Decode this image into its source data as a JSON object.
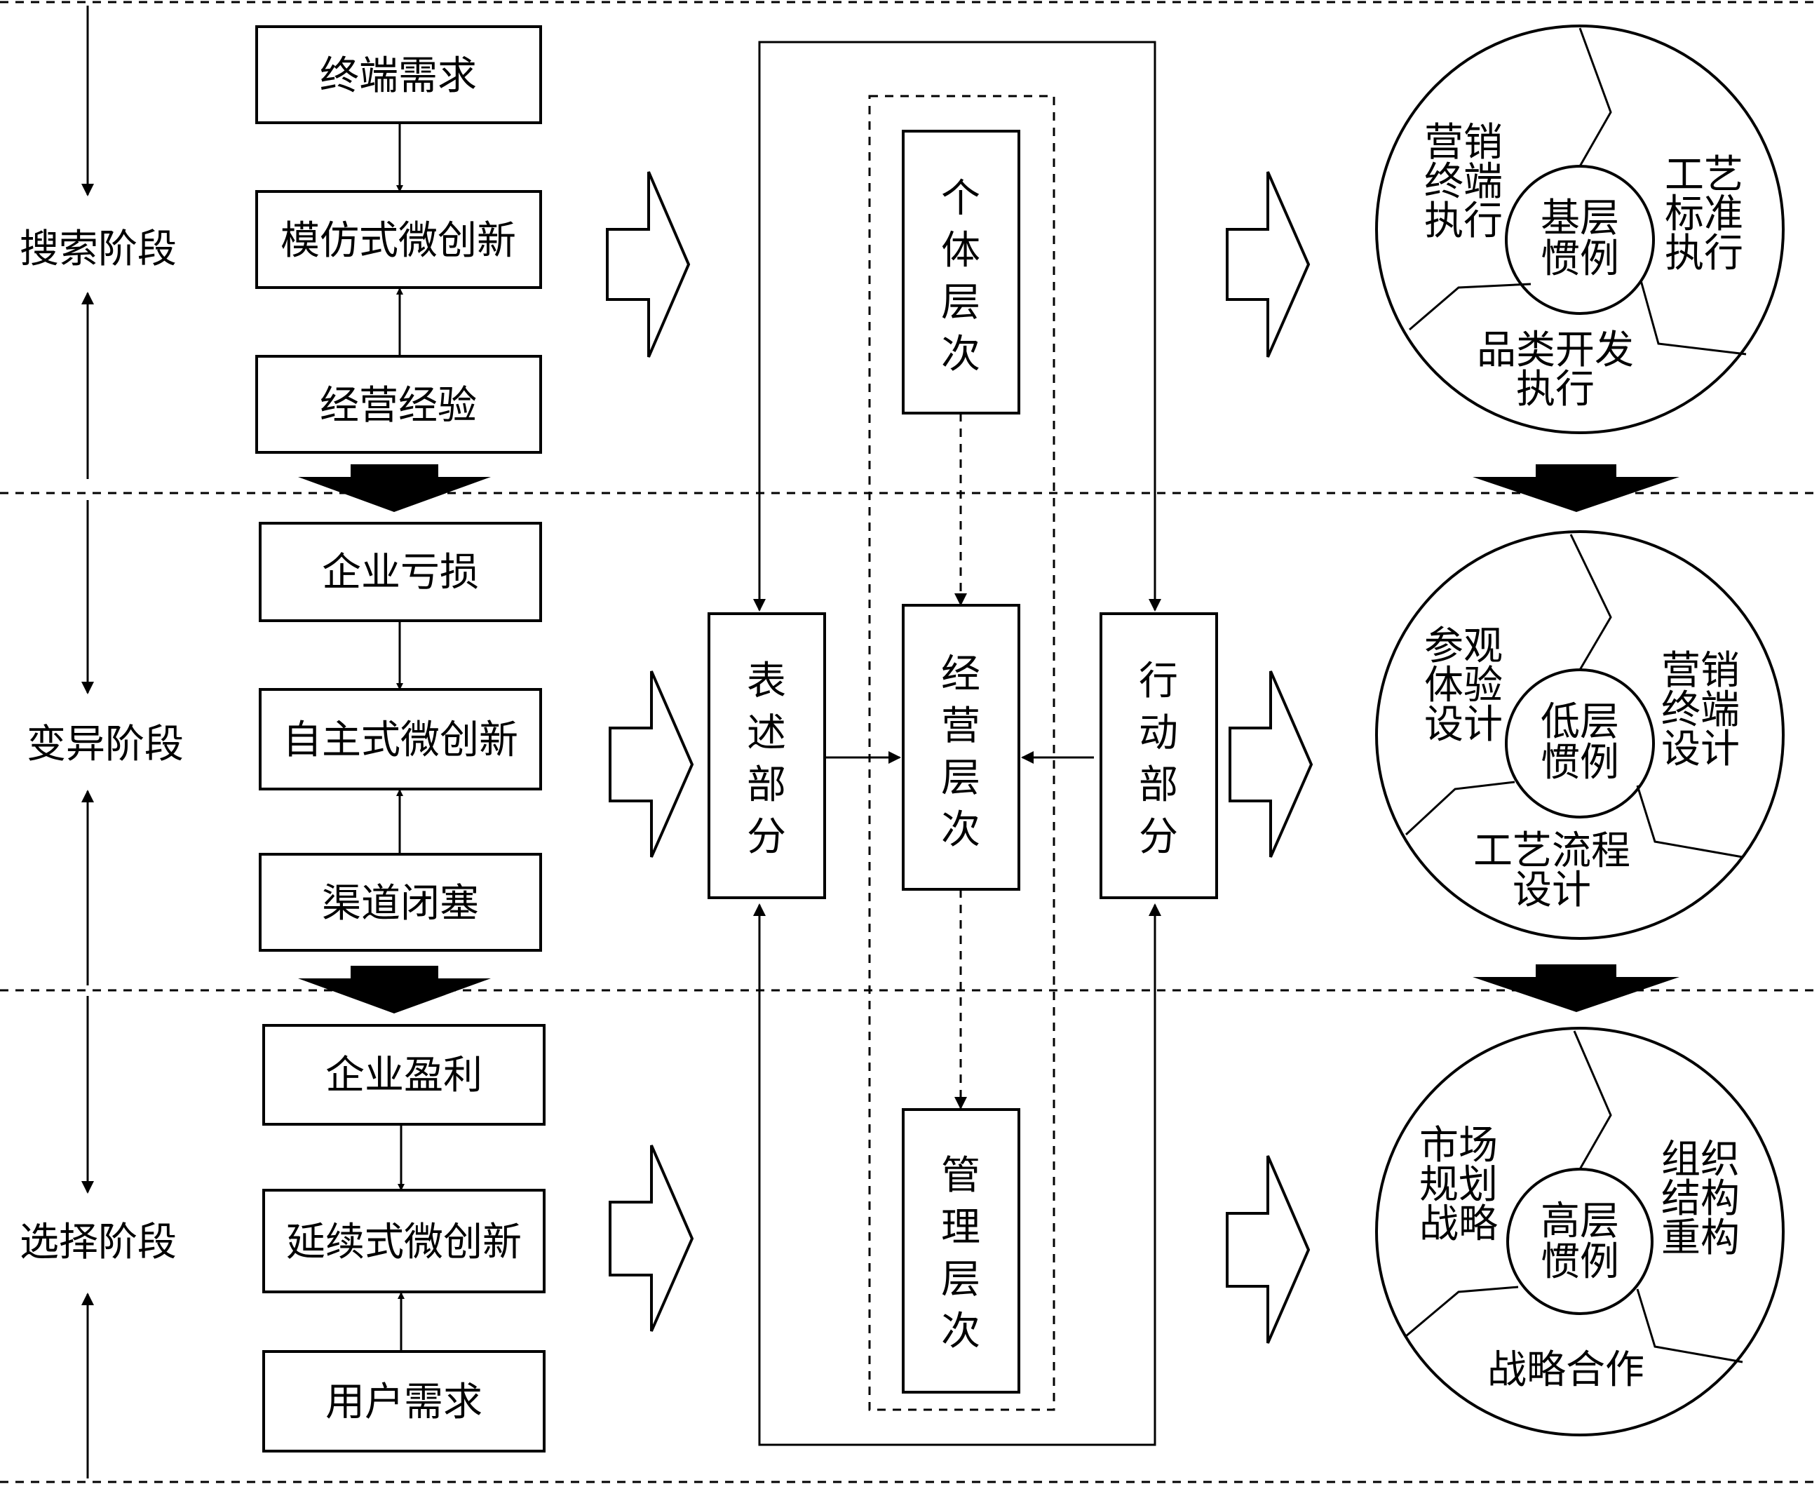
{
  "stages": [
    {
      "label": "搜索阶段"
    },
    {
      "label": "变异阶段"
    },
    {
      "label": "选择阶段"
    }
  ],
  "left": {
    "search": {
      "top": "终端需求",
      "middle": "模仿式微创新",
      "bottom": "经营经验"
    },
    "variation": {
      "top": "企业亏损",
      "middle": "自主式微创新",
      "bottom": "渠道闭塞"
    },
    "selection": {
      "top": "企业盈利",
      "middle": "延续式微创新",
      "bottom": "用户需求"
    }
  },
  "center": {
    "individual_level": "个体层次",
    "business_level": "经营层次",
    "management_level": "管理层次",
    "ostensive_part": "表述部分",
    "performative_part": "行动部分"
  },
  "circles": [
    {
      "center": [
        "基层",
        "惯例"
      ],
      "segments": [
        [
          "营销",
          "终端",
          "执行"
        ],
        [
          "工艺",
          "标准",
          "执行"
        ],
        [
          "品类开发",
          "执行"
        ]
      ]
    },
    {
      "center": [
        "低层",
        "惯例"
      ],
      "segments": [
        [
          "参观",
          "体验",
          "设计"
        ],
        [
          "营销",
          "终端",
          "设计"
        ],
        [
          "工艺流程",
          "设计"
        ]
      ]
    },
    {
      "center": [
        "高层",
        "惯例"
      ],
      "segments": [
        [
          "市场",
          "规划",
          "战略"
        ],
        [
          "组织",
          "结构",
          "重构"
        ],
        [
          "战略合作"
        ]
      ]
    }
  ]
}
